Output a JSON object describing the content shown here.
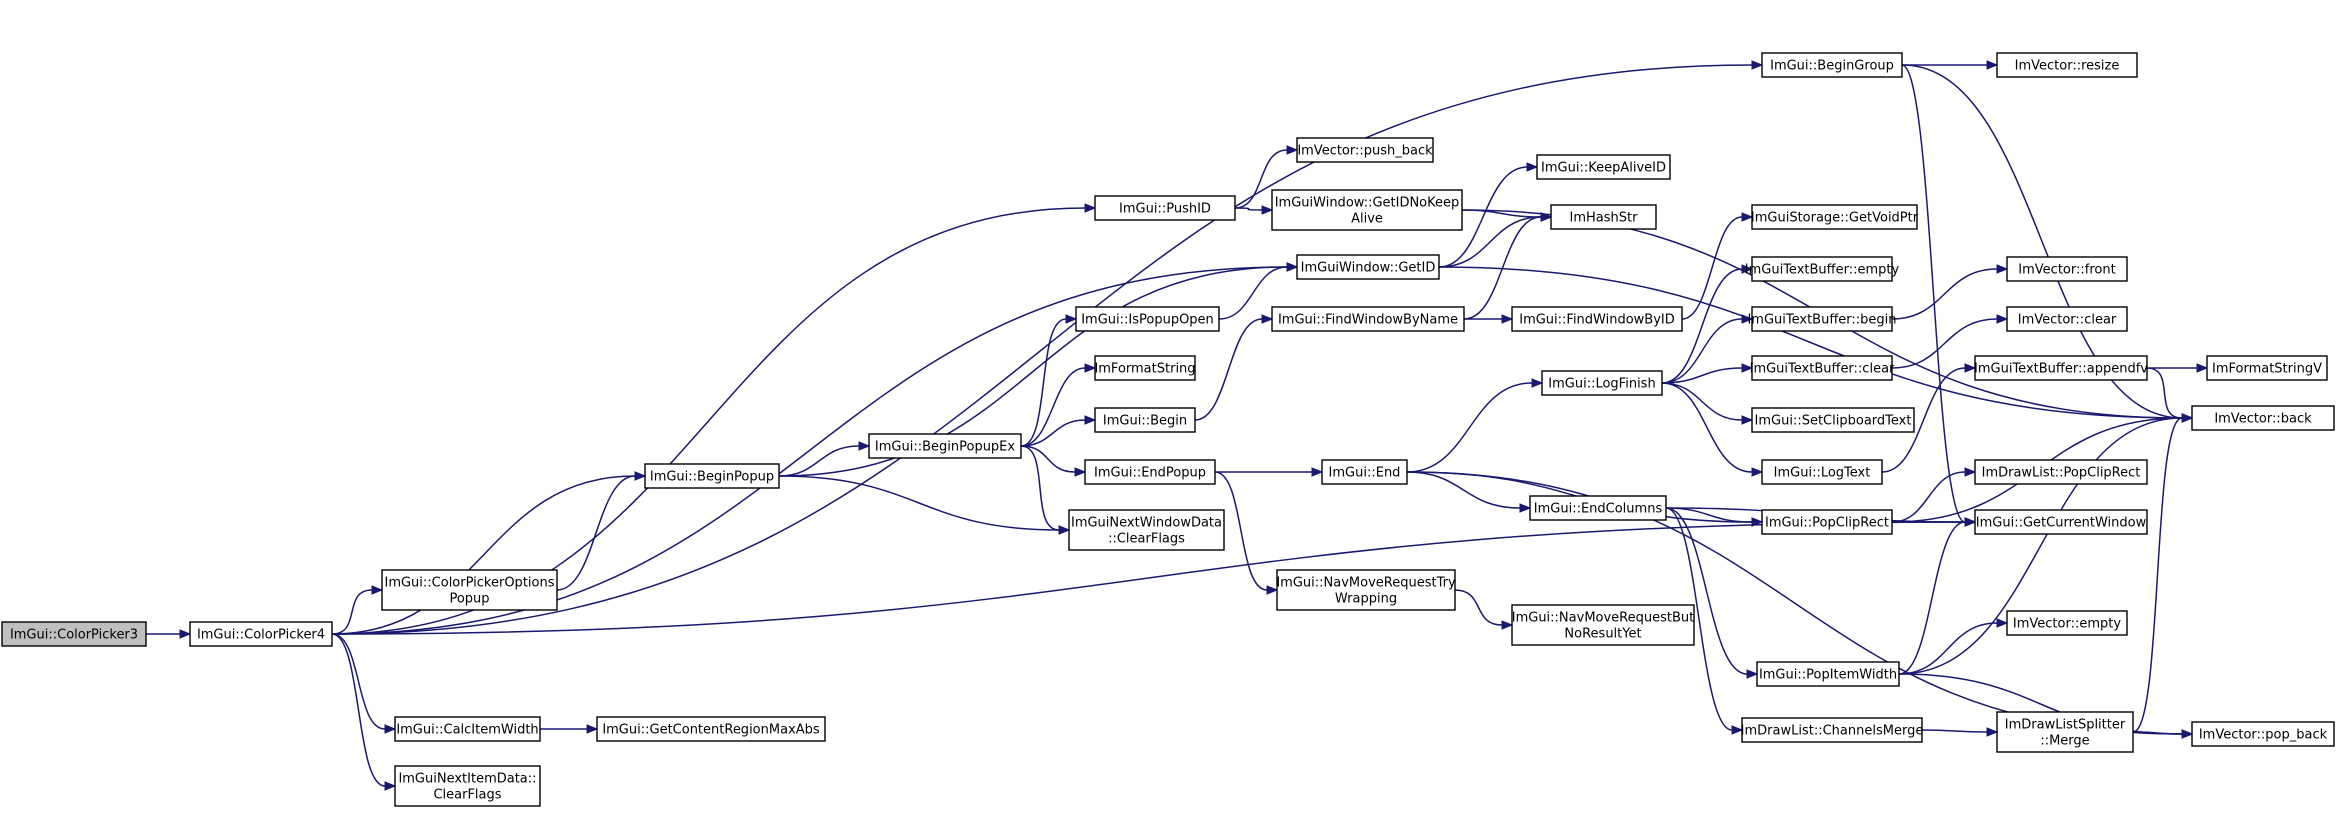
{
  "nodes": [
    {
      "id": "n0",
      "lines": [
        "ImGui::ColorPicker3"
      ],
      "root": true
    },
    {
      "id": "n1",
      "lines": [
        "ImGui::ColorPicker4"
      ]
    },
    {
      "id": "n2",
      "lines": [
        "ImGui::BeginGroup"
      ]
    },
    {
      "id": "n3",
      "lines": [
        "ImVector::resize"
      ]
    },
    {
      "id": "n4",
      "lines": [
        "ImVector::push_back"
      ]
    },
    {
      "id": "n5",
      "lines": [
        "ImGui::PushID"
      ]
    },
    {
      "id": "n6",
      "lines": [
        "ImGuiWindow::GetIDNoKeep",
        "Alive"
      ]
    },
    {
      "id": "n7",
      "lines": [
        "ImGui::KeepAliveID"
      ]
    },
    {
      "id": "n8",
      "lines": [
        "ImHashStr"
      ]
    },
    {
      "id": "n9",
      "lines": [
        "ImGuiWindow::GetID"
      ]
    },
    {
      "id": "n10",
      "lines": [
        "ImGuiStorage::GetVoidPtr"
      ]
    },
    {
      "id": "n11",
      "lines": [
        "ImGuiTextBuffer::empty"
      ]
    },
    {
      "id": "n12",
      "lines": [
        "ImVector::front"
      ]
    },
    {
      "id": "n13",
      "lines": [
        "ImGui::IsPopupOpen"
      ]
    },
    {
      "id": "n14",
      "lines": [
        "ImGui::FindWindowByName"
      ]
    },
    {
      "id": "n15",
      "lines": [
        "ImGui::FindWindowByID"
      ]
    },
    {
      "id": "n16",
      "lines": [
        "ImGuiTextBuffer::begin"
      ]
    },
    {
      "id": "n17",
      "lines": [
        "ImVector::clear"
      ]
    },
    {
      "id": "n18",
      "lines": [
        "ImFormatString"
      ]
    },
    {
      "id": "n19",
      "lines": [
        "ImGuiTextBuffer::clear"
      ]
    },
    {
      "id": "n20",
      "lines": [
        "ImGuiTextBuffer::appendfv"
      ]
    },
    {
      "id": "n21",
      "lines": [
        "ImFormatStringV"
      ]
    },
    {
      "id": "n22",
      "lines": [
        "ImGui::LogFinish"
      ]
    },
    {
      "id": "n23",
      "lines": [
        "ImGui::Begin"
      ]
    },
    {
      "id": "n24",
      "lines": [
        "ImGui::SetClipboardText"
      ]
    },
    {
      "id": "n25",
      "lines": [
        "ImVector::back"
      ]
    },
    {
      "id": "n26",
      "lines": [
        "ImGui::BeginPopupEx"
      ]
    },
    {
      "id": "n27",
      "lines": [
        "ImGui::LogText"
      ]
    },
    {
      "id": "n28",
      "lines": [
        "ImGui::BeginPopup"
      ]
    },
    {
      "id": "n29",
      "lines": [
        "ImGui::EndPopup"
      ]
    },
    {
      "id": "n30",
      "lines": [
        "ImGui::End"
      ]
    },
    {
      "id": "n31",
      "lines": [
        "ImDrawList::PopClipRect"
      ]
    },
    {
      "id": "n32",
      "lines": [
        "ImGui::EndColumns"
      ]
    },
    {
      "id": "n33",
      "lines": [
        "ImGui::PopClipRect"
      ]
    },
    {
      "id": "n34",
      "lines": [
        "ImGui::GetCurrentWindow"
      ]
    },
    {
      "id": "n35",
      "lines": [
        "ImGuiNextWindowData",
        "::ClearFlags"
      ]
    },
    {
      "id": "n36",
      "lines": [
        "ImGui::ColorPickerOptions",
        "Popup"
      ]
    },
    {
      "id": "n37",
      "lines": [
        "ImGui::NavMoveRequestTry",
        "Wrapping"
      ]
    },
    {
      "id": "n38",
      "lines": [
        "ImGui::NavMoveRequestBut",
        "NoResultYet"
      ]
    },
    {
      "id": "n39",
      "lines": [
        "ImVector::empty"
      ]
    },
    {
      "id": "n40",
      "lines": [
        "ImGui::PopItemWidth"
      ]
    },
    {
      "id": "n41",
      "lines": [
        "ImGui::CalcItemWidth"
      ]
    },
    {
      "id": "n42",
      "lines": [
        "ImGui::GetContentRegionMaxAbs"
      ]
    },
    {
      "id": "n43",
      "lines": [
        "ImDrawList::ChannelsMerge"
      ]
    },
    {
      "id": "n44",
      "lines": [
        "ImDrawListSplitter",
        "::Merge"
      ]
    },
    {
      "id": "n45",
      "lines": [
        "ImVector::pop_back"
      ]
    },
    {
      "id": "n46",
      "lines": [
        "ImGuiNextItemData::",
        "ClearFlags"
      ]
    }
  ],
  "edges": [
    [
      "n0",
      "n1"
    ],
    [
      "n1",
      "n2"
    ],
    [
      "n1",
      "n5"
    ],
    [
      "n1",
      "n9"
    ],
    [
      "n1",
      "n28"
    ],
    [
      "n1",
      "n36"
    ],
    [
      "n1",
      "n34"
    ],
    [
      "n1",
      "n41"
    ],
    [
      "n1",
      "n46"
    ],
    [
      "n2",
      "n3"
    ],
    [
      "n2",
      "n25"
    ],
    [
      "n2",
      "n34"
    ],
    [
      "n5",
      "n4"
    ],
    [
      "n5",
      "n6"
    ],
    [
      "n6",
      "n8"
    ],
    [
      "n6",
      "n25"
    ],
    [
      "n9",
      "n7"
    ],
    [
      "n9",
      "n8"
    ],
    [
      "n9",
      "n25"
    ],
    [
      "n28",
      "n26"
    ],
    [
      "n28",
      "n9"
    ],
    [
      "n28",
      "n35"
    ],
    [
      "n36",
      "n28"
    ],
    [
      "n26",
      "n13"
    ],
    [
      "n26",
      "n18"
    ],
    [
      "n26",
      "n23"
    ],
    [
      "n26",
      "n29"
    ],
    [
      "n26",
      "n35"
    ],
    [
      "n13",
      "n9"
    ],
    [
      "n23",
      "n14"
    ],
    [
      "n14",
      "n8"
    ],
    [
      "n14",
      "n15"
    ],
    [
      "n15",
      "n10"
    ],
    [
      "n29",
      "n30"
    ],
    [
      "n29",
      "n37"
    ],
    [
      "n37",
      "n38"
    ],
    [
      "n30",
      "n22"
    ],
    [
      "n30",
      "n32"
    ],
    [
      "n30",
      "n33"
    ],
    [
      "n30",
      "n45"
    ],
    [
      "n22",
      "n11"
    ],
    [
      "n22",
      "n16"
    ],
    [
      "n22",
      "n19"
    ],
    [
      "n22",
      "n24"
    ],
    [
      "n22",
      "n27"
    ],
    [
      "n16",
      "n12"
    ],
    [
      "n19",
      "n17"
    ],
    [
      "n27",
      "n20"
    ],
    [
      "n20",
      "n21"
    ],
    [
      "n20",
      "n25"
    ],
    [
      "n32",
      "n33"
    ],
    [
      "n32",
      "n34"
    ],
    [
      "n32",
      "n40"
    ],
    [
      "n32",
      "n43"
    ],
    [
      "n33",
      "n31"
    ],
    [
      "n33",
      "n34"
    ],
    [
      "n33",
      "n25"
    ],
    [
      "n40",
      "n34"
    ],
    [
      "n40",
      "n39"
    ],
    [
      "n40",
      "n25"
    ],
    [
      "n40",
      "n45"
    ],
    [
      "n41",
      "n42"
    ],
    [
      "n43",
      "n44"
    ],
    [
      "n44",
      "n25"
    ],
    [
      "n44",
      "n45"
    ]
  ]
}
